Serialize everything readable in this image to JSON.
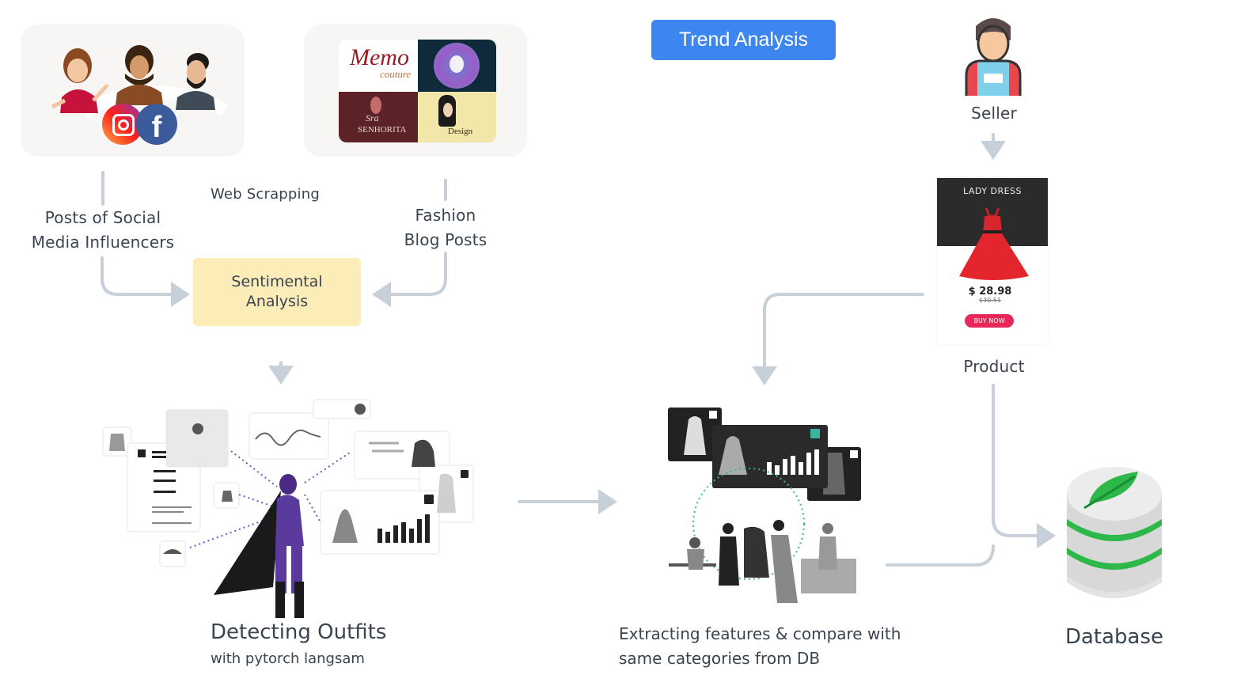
{
  "header": {
    "title": "Trend Analysis"
  },
  "sources": {
    "social_label_line1": "Posts of Social",
    "social_label_line2": "Media Influencers",
    "web_scrapping": "Web Scrapping",
    "blog_label_line1": "Fashion",
    "blog_label_line2": "Blog Posts",
    "blog_logos": {
      "memo": "Memo",
      "memo_sub": "couture",
      "senorita_1": "Sra",
      "senorita_2": "SENHORITA",
      "design": "Design"
    }
  },
  "sentiment": {
    "line1": "Sentimental",
    "line2": "Analysis"
  },
  "detect": {
    "title": "Detecting Outfits",
    "subtitle": "with pytorch langsam"
  },
  "extract": {
    "line1": "Extracting features & compare with",
    "line2": "same categories from DB"
  },
  "seller": {
    "label": "Seller"
  },
  "product": {
    "label": "Product",
    "card_title": "LADY DRESS",
    "price": "$ 28.98",
    "old_price": "$30.51",
    "buy_label": "BUY NOW"
  },
  "database": {
    "label": "Database"
  },
  "colors": {
    "accent": "#3d86f0",
    "arrow": "#c7d0d9",
    "sentiment_bg": "#fcedb8",
    "db_green": "#2eb84a",
    "buy": "#e8285a"
  }
}
